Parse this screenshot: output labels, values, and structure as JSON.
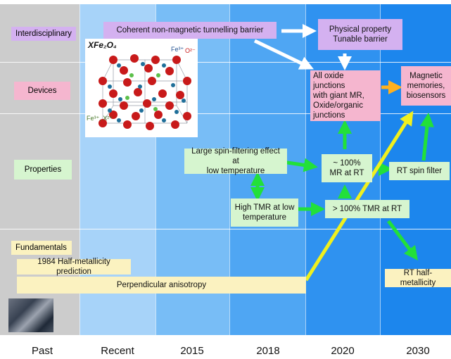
{
  "rows": {
    "interdisciplinary": "Interdisciplinary",
    "devices": "Devices",
    "properties": "Properties",
    "fundamentals": "Fundamentals"
  },
  "timeline": [
    "Past",
    "Recent",
    "2015",
    "2018",
    "2020",
    "2030"
  ],
  "boxes": {
    "coherent_barrier": "Coherent non-magnetic tunnelling barrier",
    "physical_property": "Physical property\nTunable barrier",
    "all_oxide": "All oxide junctions\nwith giant MR,\nOxide/organic\njunctions",
    "magnetic_memories": "Magnetic\nmemories,\nbiosensors",
    "spin_filtering": "Large spin-filtering effect at\nlow temperature",
    "mr_100": "~ 100%\nMR at RT",
    "rt_spin_filter": "RT spin filter",
    "high_tmr": "High TMR at low\ntemperature",
    "tmr_100": "> 100% TMR at RT",
    "half_metallicity_1984": "1984 Half-metallicity prediction",
    "perpendicular": "Perpendicular anisotropy",
    "rt_half_metallicity": "RT half-metallicity"
  },
  "crystal": {
    "formula": "XFe₂O₄",
    "fe3": "Fe³⁺",
    "o2": "O²⁻",
    "fe_x": "Fe³⁺, X²⁺"
  },
  "colors": {
    "past_column": "#cccccc",
    "recent_column": "#a7d3f9",
    "col_2015": "#78bdf6",
    "col_2018": "#4fa6f3",
    "col_2020": "#2f92f0",
    "col_2030": "#1c86ed",
    "green_arrow": "#22e03a",
    "yellow_arrow": "#f0f01e",
    "orange_arrow": "#ffb01e",
    "white_arrow": "#ffffff"
  }
}
